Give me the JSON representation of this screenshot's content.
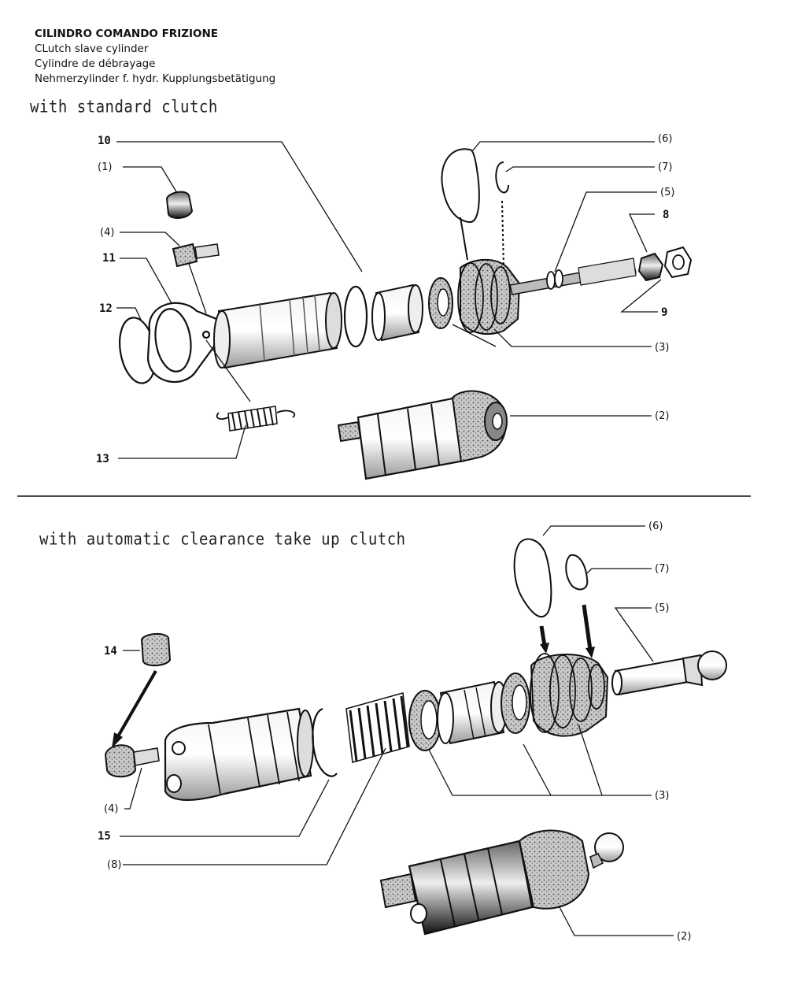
{
  "header": {
    "line1": "CILINDRO COMANDO FRIZIONE",
    "line2": "CLutch slave cylinder",
    "line3": "Cylindre de débrayage",
    "line4": "Nehmerzylinder f. hydr. Kupplungsbetätigung"
  },
  "sections": {
    "standard": "with standard clutch",
    "automatic": "with automatic clearance take up clutch"
  },
  "labels_top": {
    "l10": "10",
    "l1": "(1)",
    "l4": "(4)",
    "l11": "11",
    "l12": "12",
    "l13": "13",
    "l6": "(6)",
    "l7": "(7)",
    "l5": "(5)",
    "l8": "8",
    "l9": "9",
    "l3": "(3)",
    "l2": "(2)"
  },
  "labels_bottom": {
    "l6": "(6)",
    "l7": "(7)",
    "l5": "(5)",
    "l14": "14",
    "l3": "(3)",
    "l4": "(4)",
    "l15": "15",
    "l8": "(8)",
    "l2": "(2)"
  }
}
